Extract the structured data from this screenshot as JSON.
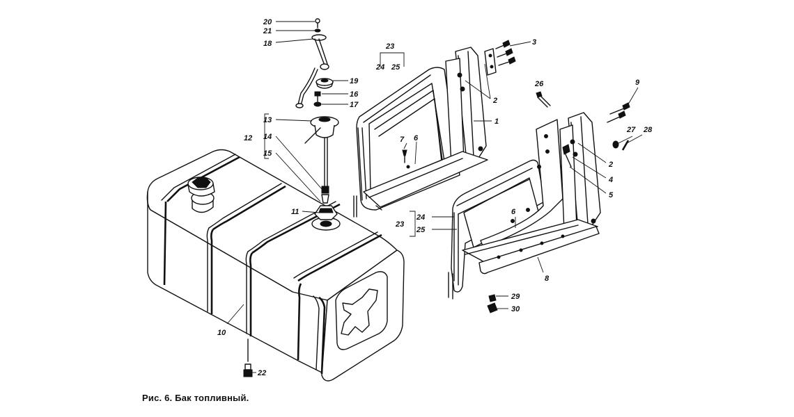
{
  "caption": "Рис. 6. Бак топливный.",
  "callouts": {
    "c20": "20",
    "c21": "21",
    "c18": "18",
    "c19": "19",
    "c16": "16",
    "c17": "17",
    "c13": "13",
    "c12": "12",
    "c14": "14",
    "c15": "15",
    "c11": "11",
    "c10": "10",
    "c22": "22",
    "c23a": "23",
    "c24a": "24",
    "c25a": "25",
    "c7": "7",
    "c6a": "6",
    "c2a": "2",
    "c1": "1",
    "c3": "3",
    "c26": "26",
    "c9": "9",
    "c27": "27",
    "c28": "28",
    "c2b": "2",
    "c4": "4",
    "c5": "5",
    "c23b": "23",
    "c24b": "24",
    "c25b": "25",
    "c6b": "6",
    "c8": "8",
    "c29": "29",
    "c30": "30"
  }
}
